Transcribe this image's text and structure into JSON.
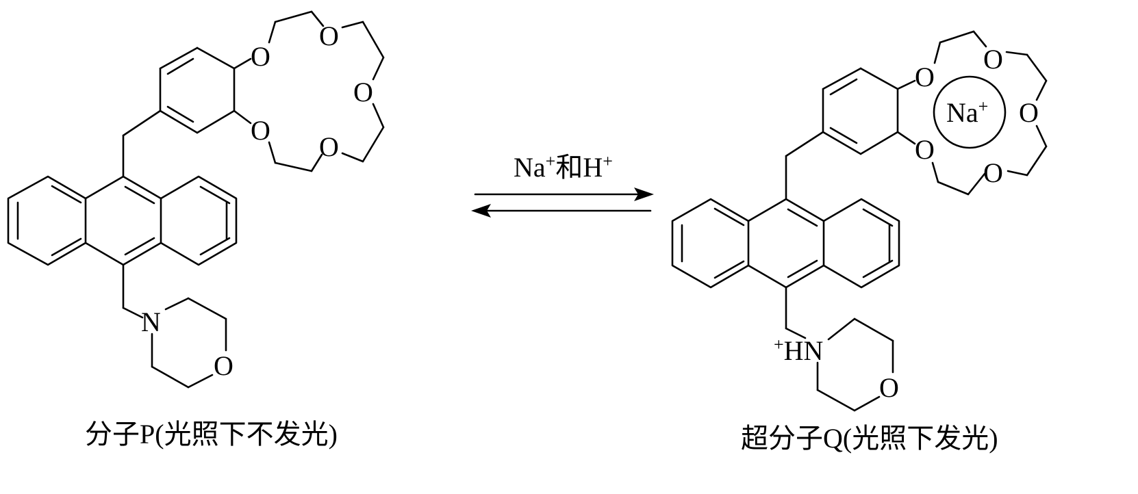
{
  "reaction": {
    "reagent_main": "Na",
    "reagent_charge": "+",
    "reagent_join": "和",
    "reagent_second": "H",
    "reagent_second_charge": "+"
  },
  "molecule_p": {
    "label": "分子P(光照下不发光)",
    "atoms": {
      "crown_o1": "O",
      "crown_o2": "O",
      "crown_o3": "O",
      "crown_o4": "O",
      "crown_o5": "O",
      "amine_n": "N",
      "morph_o": "O"
    }
  },
  "molecule_q": {
    "label": "超分子Q(光照下发光)",
    "atoms": {
      "crown_o1": "O",
      "crown_o2": "O",
      "crown_o3": "O",
      "crown_o4": "O",
      "crown_o5": "O",
      "morph_o": "O"
    },
    "ion": "Na",
    "ion_charge": "+",
    "ammonium_charge": "+",
    "ammonium_text": "HN"
  }
}
